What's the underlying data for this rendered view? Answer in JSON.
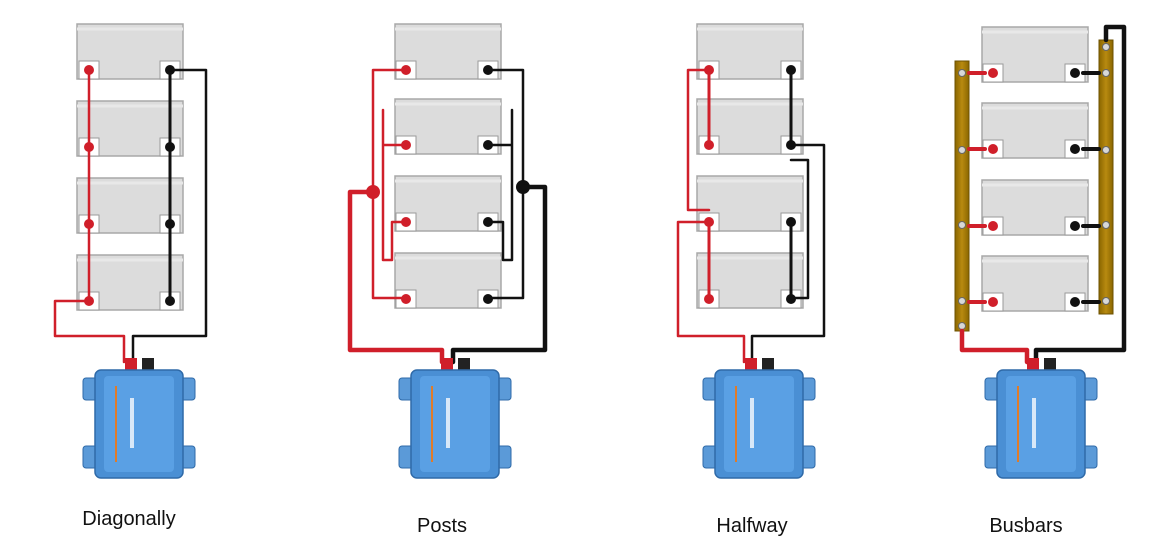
{
  "colors": {
    "battery_fill": "#dcdcdc",
    "battery_stroke": "#a8a8a8",
    "positive_wire": "#d01f2a",
    "negative_wire": "#111111",
    "inverter_body": "#4a8fd4",
    "busbar": "#a57c00"
  },
  "diagrams": [
    {
      "id": "diagonally",
      "caption": "Diagonally"
    },
    {
      "id": "posts",
      "caption": "Posts"
    },
    {
      "id": "halfway",
      "caption": "Halfway"
    },
    {
      "id": "busbars",
      "caption": "Busbars"
    }
  ],
  "icons": {
    "battery": "battery-icon",
    "inverter": "inverter-icon",
    "busbar": "busbar-icon"
  }
}
